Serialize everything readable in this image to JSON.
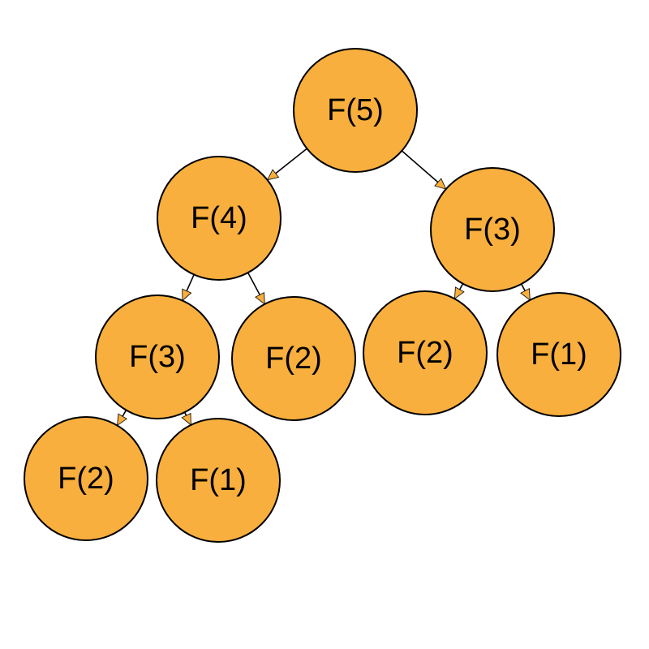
{
  "diagram": {
    "style": {
      "node_fill": "#F8AF3D",
      "node_stroke": "#000000",
      "edge_color": "#000000",
      "arrow_fill": "#F8AF3D"
    },
    "nodes": [
      {
        "id": "n5",
        "label": "F(5)"
      },
      {
        "id": "n4",
        "label": "F(4)"
      },
      {
        "id": "n3a",
        "label": "F(3)"
      },
      {
        "id": "n3b",
        "label": "F(3)"
      },
      {
        "id": "n2a",
        "label": "F(2)"
      },
      {
        "id": "n2b",
        "label": "F(2)"
      },
      {
        "id": "n2c",
        "label": "F(2)"
      },
      {
        "id": "n1a",
        "label": "F(1)"
      },
      {
        "id": "n1b",
        "label": "F(1)"
      }
    ],
    "edges": [
      {
        "from": "n5",
        "to": "n4"
      },
      {
        "from": "n5",
        "to": "n3a"
      },
      {
        "from": "n4",
        "to": "n3b"
      },
      {
        "from": "n4",
        "to": "n2a"
      },
      {
        "from": "n3a",
        "to": "n2b"
      },
      {
        "from": "n3a",
        "to": "n1a"
      },
      {
        "from": "n3b",
        "to": "n2c"
      },
      {
        "from": "n3b",
        "to": "n1b"
      }
    ]
  }
}
